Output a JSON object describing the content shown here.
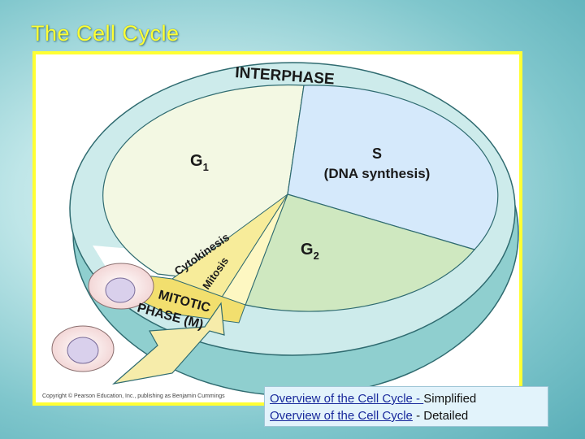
{
  "slide": {
    "title": "The Cell Cycle"
  },
  "diagram": {
    "interphase_label": "INTERPHASE",
    "g1_label": "G",
    "g1_sub": "1",
    "s_label": "S",
    "s_desc": "(DNA synthesis)",
    "g2_label": "G",
    "g2_sub": "2",
    "cytokinesis_label": "Cytokinesis",
    "mitosis_label": "Mitosis",
    "mitotic_line1": "MITOTIC",
    "mitotic_line2": "PHASE (M)",
    "copyright": "Copyright © Pearson Education, Inc., publishing as Benjamin Cummings",
    "colors": {
      "g1": "#f3f8e3",
      "s": "#d5e9fb",
      "g2": "#cfe8c0",
      "ring": "#cdebeb",
      "mitotic": "#f2df6e",
      "border": "#ffff33"
    }
  },
  "links": {
    "line1_link": "Overview of the Cell Cycle - ",
    "line1_text": "Simplified",
    "line2_link": "Overview of the Cell Cycle",
    "line2_text": " - Detailed"
  }
}
